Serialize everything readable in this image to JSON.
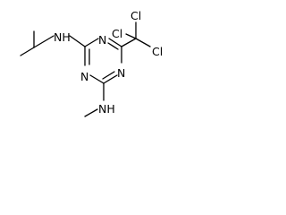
{
  "atoms": {
    "ring_n_top": "N",
    "ring_n_left": "N",
    "ring_n_right": "N",
    "amine_upper": "NH",
    "amine_lower": "NH",
    "chlorine_top": "Cl",
    "chlorine_left": "Cl",
    "chlorine_right": "Cl"
  }
}
